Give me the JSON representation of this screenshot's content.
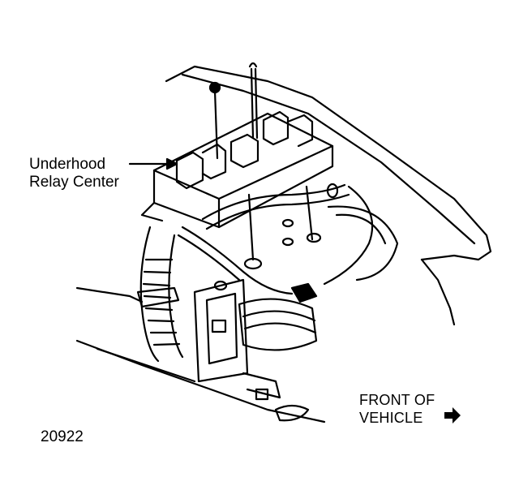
{
  "labels": {
    "relay_center_line1": "Underhood",
    "relay_center_line2": "Relay Center",
    "front_line1": "FRONT OF",
    "front_line2": "VEHICLE",
    "figure_number": "20922"
  },
  "colors": {
    "ink": "#000000",
    "paper": "#ffffff"
  }
}
